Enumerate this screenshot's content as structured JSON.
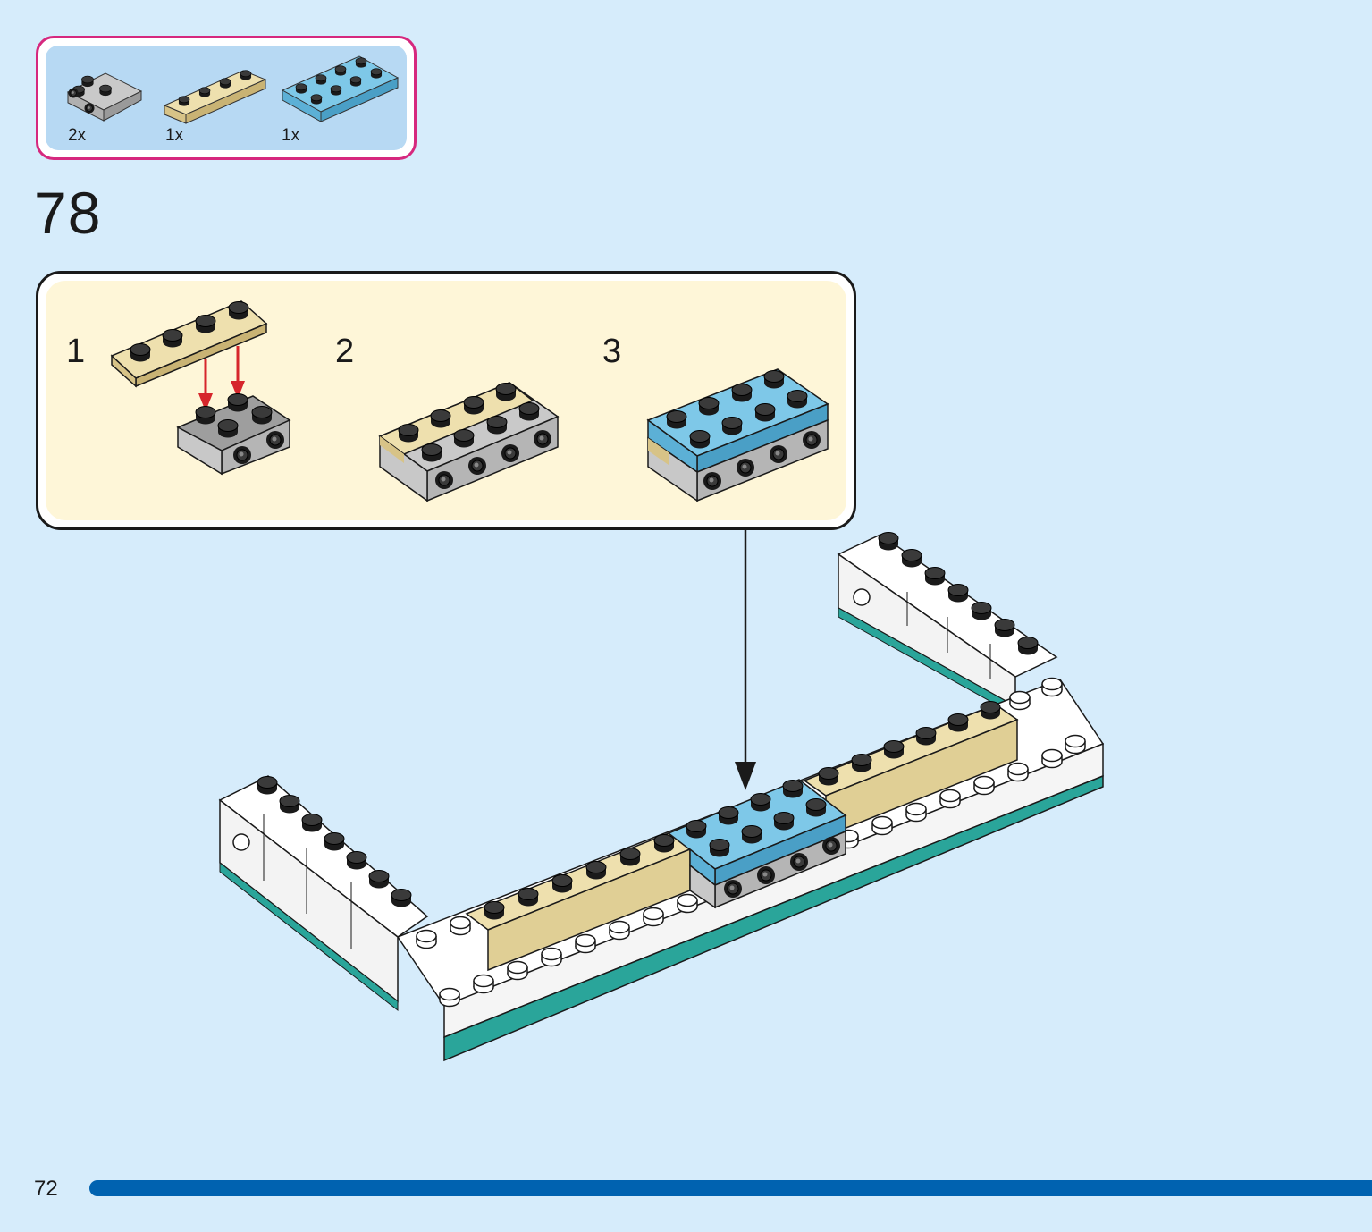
{
  "parts": [
    {
      "qty": "2x",
      "name": "gray-plate-with-studs-on-side-icon",
      "color": "#a5a5a5"
    },
    {
      "qty": "1x",
      "name": "tan-plate-1x4-icon",
      "color": "#e0cf95"
    },
    {
      "qty": "1x",
      "name": "blue-plate-2x4-icon",
      "color": "#6dbbdf"
    }
  ],
  "step_number": "78",
  "substeps": [
    {
      "label": "1"
    },
    {
      "label": "2"
    },
    {
      "label": "3"
    }
  ],
  "page_number": "72",
  "colors": {
    "background": "#d6ecfb",
    "parts_border": "#d6287e",
    "parts_fill": "#b7d9f3",
    "substep_fill": "#fef6d8",
    "progress_bar": "#0062b0",
    "arrow_red": "#d6262b",
    "teal_base": "#2aa59a"
  }
}
